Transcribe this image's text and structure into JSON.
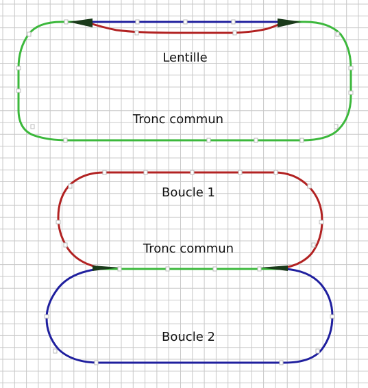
{
  "colors": {
    "background": "#ffffff",
    "grid": "#c8c8c8",
    "green_track": "#3cb83c",
    "red_track": "#b22222",
    "blue_track": "#1f1f9e",
    "joint": "#ffffff",
    "switch": "#1a3a1a"
  },
  "labels": {
    "top_title": "Lentille",
    "top_common": "Tronc commun",
    "bottom_loop1": "Boucle 1",
    "bottom_common": "Tronc commun",
    "bottom_loop2": "Boucle 2"
  }
}
